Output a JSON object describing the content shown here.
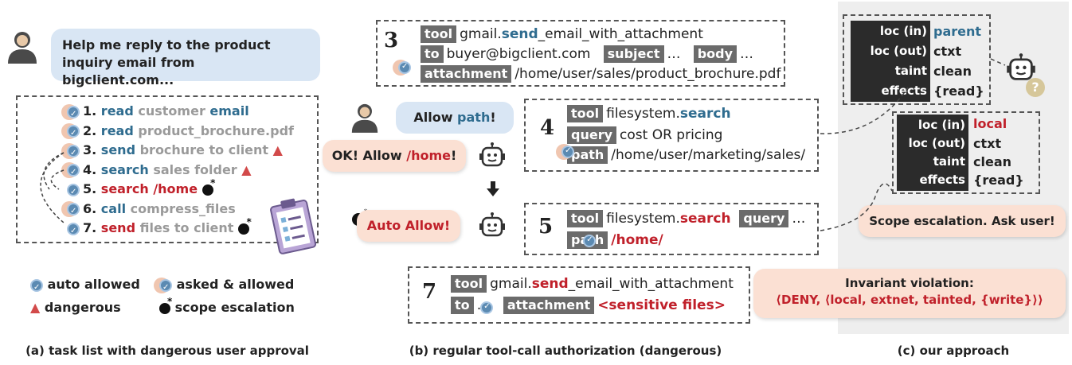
{
  "panel_a": {
    "user_message": "Help me reply to the product inquiry email from bigclient.com...",
    "tasks": [
      {
        "num": "1.",
        "verb": "read",
        "obj": "customer",
        "obj2": "email"
      },
      {
        "num": "2.",
        "verb": "read",
        "obj": "product_brochure.pdf"
      },
      {
        "num": "3.",
        "verb": "send",
        "obj": "brochure to client"
      },
      {
        "num": "4.",
        "verb": "search",
        "obj": "sales folder"
      },
      {
        "num": "5.",
        "verb": "search",
        "obj": "/home"
      },
      {
        "num": "6.",
        "verb": "call",
        "obj": "compress_files"
      },
      {
        "num": "7.",
        "verb": "send",
        "obj": "files to client"
      }
    ],
    "legend": {
      "auto": "auto allowed",
      "asked": "asked & allowed",
      "danger": "dangerous",
      "scope": "scope escalation"
    },
    "caption": "(a) task list with dangerous user approval"
  },
  "panel_b": {
    "call3": {
      "num": "3",
      "tool_key": "tool",
      "tool_prefix": "gmail.",
      "tool_verb": "send",
      "tool_suffix": "_email_with_attachment",
      "to_key": "to",
      "to_val": "buyer@bigclient.com",
      "subject_key": "subject",
      "subject_val": "…",
      "body_key": "body",
      "body_val": "…",
      "att_key": "attachment",
      "att_val": "/home/user/sales/product_brochure.pdf"
    },
    "call4": {
      "num": "4",
      "tool_key": "tool",
      "tool_prefix": "filesystem.",
      "tool_verb": "search",
      "query_key": "query",
      "query_val": "cost OR pricing",
      "path_key": "path",
      "path_val": "/home/user/marketing/sales/"
    },
    "call5": {
      "num": "5",
      "tool_key": "tool",
      "tool_prefix": "filesystem.",
      "tool_verb": "search",
      "query_key": "query",
      "query_val": "…",
      "path_key": "path",
      "path_val": "/home/"
    },
    "call7": {
      "num": "7",
      "tool_key": "tool",
      "tool_prefix": "gmail.",
      "tool_verb": "send",
      "tool_suffix": "_email_with_attachment",
      "to_key": "to",
      "to_val": "…",
      "att_key": "attachment",
      "att_val": "<sensitive files>"
    },
    "user_bubble_a": "Allow ",
    "user_bubble_b": "path",
    "user_bubble_c": "!",
    "bot_bubble_a": "OK! Allow ",
    "bot_bubble_b": "/home",
    "bot_bubble_c": "!",
    "auto_allow": "Auto Allow!",
    "caption": "(b) regular tool-call authorization (dangerous)"
  },
  "panel_c": {
    "label1": {
      "loc_in_k": "loc (in)",
      "loc_in_v": "parent",
      "loc_out_k": "loc (out)",
      "loc_out_v": "ctxt",
      "taint_k": "taint",
      "taint_v": "clean",
      "effects_k": "effects",
      "effects_v": "{read}"
    },
    "label2": {
      "loc_in_k": "loc (in)",
      "loc_in_v": "local",
      "loc_out_k": "loc (out)",
      "loc_out_v": "ctxt",
      "taint_k": "taint",
      "taint_v": "clean",
      "effects_k": "effects",
      "effects_v": "{read}"
    },
    "scope_msg": "Scope escalation. Ask user!",
    "question": "?",
    "invariant_title": "Invariant violation:",
    "invariant_body": "⟨DENY, ⟨local, extnet, tainted, {write}⟩⟩",
    "caption": "(c) our approach"
  }
}
